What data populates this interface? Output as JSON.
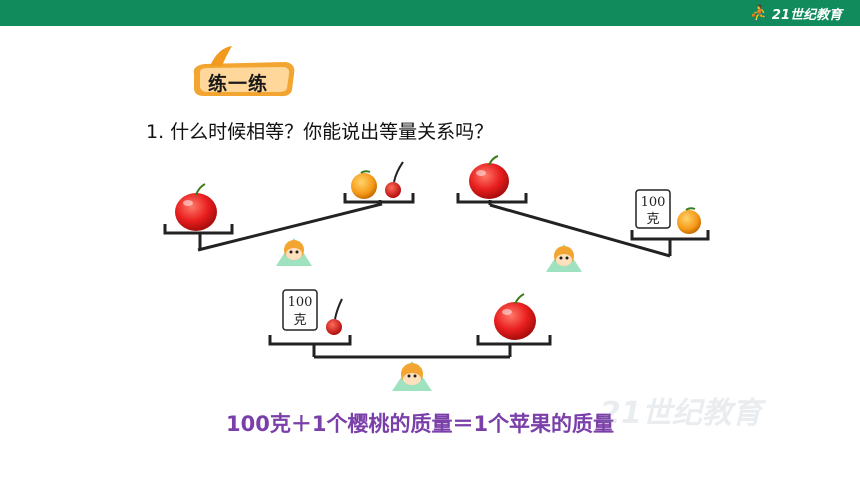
{
  "header": {
    "brand": "21世纪教育",
    "brand_icon": "runner-icon",
    "bar_color": "#118a5c"
  },
  "section": {
    "label": "练一练"
  },
  "question": {
    "text": "1. 什么时候相等？你能说出等量关系吗？"
  },
  "weights": {
    "top_right": [
      "100",
      "克"
    ],
    "bottom_left": [
      "100",
      "克"
    ]
  },
  "answer": {
    "text": "100克＋1个樱桃的质量＝1个苹果的质量",
    "color": "#7a3fa8"
  },
  "watermark": {
    "text": "21世纪教育"
  }
}
